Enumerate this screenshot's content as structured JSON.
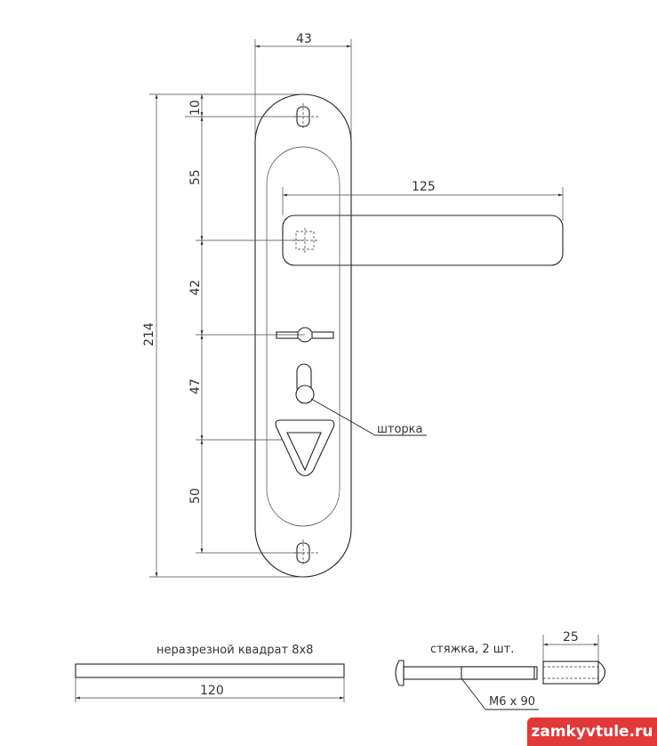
{
  "dimensions": {
    "plate_width": "43",
    "total_height": "214",
    "d_10": "10",
    "d_55": "55",
    "d_42": "42",
    "d_47": "47",
    "d_50": "50",
    "handle_length": "125",
    "square_length": "120",
    "sleeve_length": "25"
  },
  "labels": {
    "shutter": "шторка",
    "square": "неразрезной квадрат 8x8",
    "ties": "стяжка, 2 шт.",
    "screw": "M6 x 90"
  },
  "watermark": "zamkyvtule.ru",
  "colors": {
    "watermark_bg": "#e1383a",
    "line": "#222222"
  }
}
